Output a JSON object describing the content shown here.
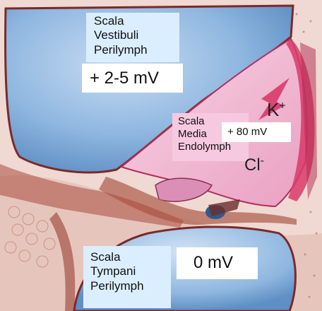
{
  "diagram": {
    "scala_vestibuli": {
      "lines": [
        "Scala",
        "Vestibuli",
        "Perilymph"
      ],
      "potential": "+ 2-5 mV"
    },
    "scala_media": {
      "lines": [
        "Scala",
        "Media",
        "Endolymph"
      ],
      "potential": "+ 80 mV"
    },
    "scala_tympani": {
      "lines": [
        "Scala",
        "Tympani",
        "Perilymph"
      ],
      "potential": "0 mV"
    },
    "ions": {
      "potassium": "K",
      "potassium_charge": "+",
      "chloride": "Cl",
      "chloride_charge": "-"
    }
  },
  "colors": {
    "perilymph_blue": "#8fb7e0",
    "endolymph_pink": "#f1b8d2",
    "stria_red": "#d93a6a",
    "tissue": "#e9cfc6",
    "label_bg_blue": "#dbeeff",
    "label_bg_pink": "#f7c9e1"
  }
}
